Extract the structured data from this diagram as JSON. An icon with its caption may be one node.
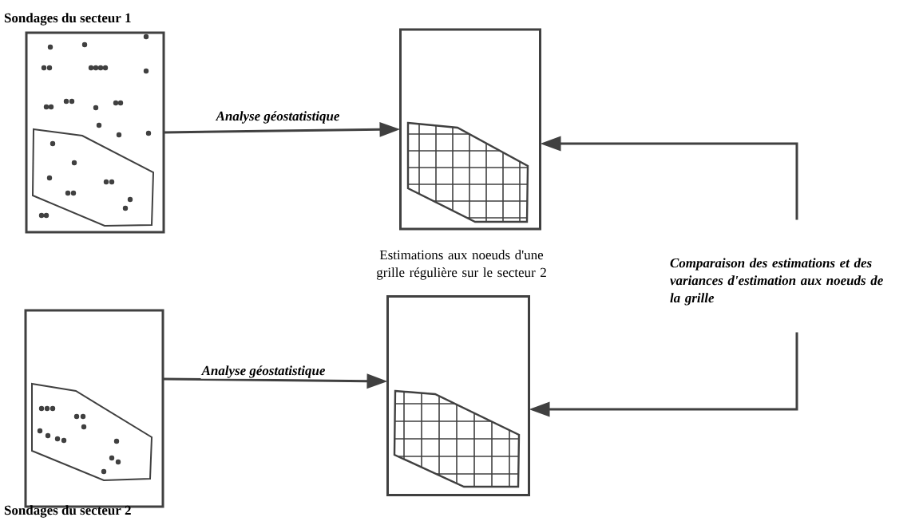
{
  "diagram": {
    "nodes": [
      {
        "text": [
          "Sondages du secteur 1"
        ]
      },
      {
        "text": [],
        "shape": "box"
      },
      {
        "text": [
          "Sondages du secteur 2"
        ]
      },
      {
        "text": [],
        "shape": "box"
      },
      {
        "text": [
          "Comparaison des estimations et des variances d'estimation aux noeuds de la grille"
        ]
      }
    ],
    "edges": [
      {
        "from": 0,
        "to": 1,
        "arrow": "to",
        "label": "Analyse géostatistique"
      },
      {
        "from": 2,
        "to": 3,
        "arrow": "to",
        "label": "Analyse géostatistique"
      },
      {
        "from": 4,
        "to": 1,
        "arrow": "to"
      },
      {
        "from": 4,
        "to": 3,
        "arrow": "to"
      }
    ],
    "labels": [
      "Estimations aux noeuds d'une grille régulière sur le secteur 2"
    ]
  }
}
